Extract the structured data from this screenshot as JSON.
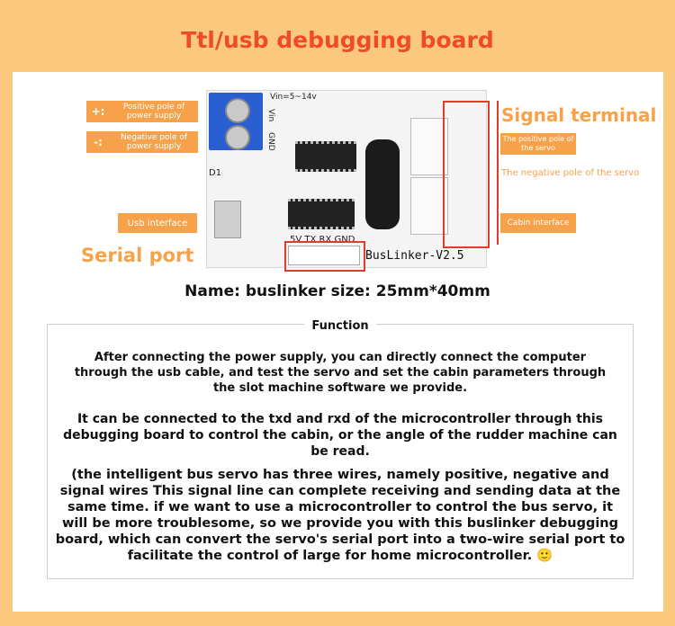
{
  "title": "Ttl/usb debugging board",
  "labels": {
    "pos_sym": "+:",
    "pos_text": "Positive pole of power supply",
    "neg_sym": "-:",
    "neg_text": "Negative pole of power supply",
    "usb": "Usb interface",
    "serial": "Serial port",
    "signal": "Signal terminal",
    "servo_pos": "The positive pole of the servo",
    "servo_neg": "The negative pole of the servo",
    "cabin": "Cabin interface"
  },
  "board": {
    "vin_range": "Vin=5~14v",
    "vin": "Vin",
    "gnd": "GND",
    "d1": "D1",
    "pins": "5V TX RX GND",
    "model": "BusLinker-V2.5"
  },
  "name_line": "Name: buslinker size: 25mm*40mm",
  "function": {
    "heading": "Function",
    "p1": "After connecting the power supply, you can directly connect the computer through the usb cable, and test the servo and set the cabin parameters through the slot machine software we provide.",
    "p2": "It can be connected to the txd and rxd of the microcontroller through this debugging board to control the cabin, or the angle of the rudder machine can be read.",
    "p3": "(the intelligent bus servo has three wires, namely positive, negative and signal wires This signal line can complete receiving and sending data at the same time. if we want to use a microcontroller to control the bus servo, it will be more troublesome, so we provide you with this buslinker debugging board, which can convert the servo's serial port into a two-wire serial port to facilitate the control of large for home microcontroller. 🙂"
  }
}
